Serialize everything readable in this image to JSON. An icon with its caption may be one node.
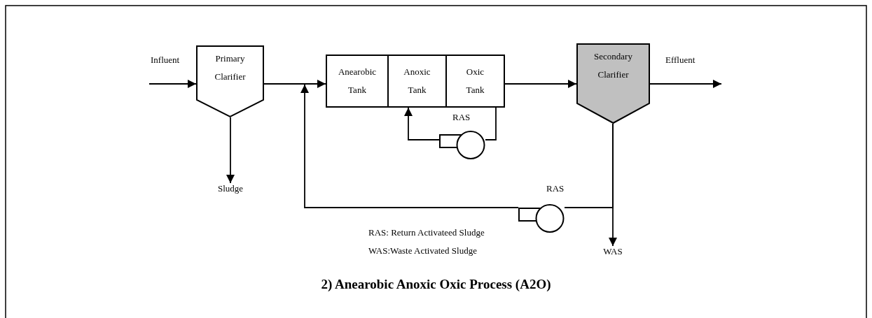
{
  "diagram": {
    "title": "2) Anearobic Anoxic Oxic Process (A2O)",
    "nodes": [
      {
        "text": [
          "Primary Clarifier"
        ]
      },
      {
        "text": [
          "Anearobic Tank"
        ]
      },
      {
        "text": [
          "Anoxic Tank"
        ]
      },
      {
        "text": [
          "Oxic Tank"
        ]
      },
      {
        "text": [
          "Secondary Clarifier"
        ]
      },
      {
        "text": [
          "Sludge"
        ]
      },
      {
        "text": [
          "WAS"
        ]
      },
      {
        "text": [],
        "shape": "circle"
      },
      {
        "text": [],
        "shape": "circle"
      }
    ],
    "edges": [
      {
        "from": null,
        "to": 0,
        "arrow": "to",
        "label": "Influent"
      },
      {
        "from": 0,
        "to": 1,
        "arrow": "to"
      },
      {
        "from": 3,
        "to": 4,
        "arrow": "to"
      },
      {
        "from": 4,
        "to": null,
        "arrow": "to",
        "label": "Effluent"
      },
      {
        "from": 0,
        "to": 5,
        "arrow": "to"
      },
      {
        "from": 4,
        "to": 6,
        "arrow": "to"
      },
      {
        "from": 4,
        "to": 8,
        "arrow": "none"
      },
      {
        "from": 8,
        "to": 1,
        "arrow": "to"
      },
      {
        "from": 3,
        "to": 7,
        "arrow": "none"
      },
      {
        "from": 7,
        "to": 2,
        "arrow": "to"
      }
    ],
    "labels": [
      "RAS",
      "RAS",
      "RAS: Return Activateed Sludge",
      "WAS:Waste Activated Sludge"
    ]
  }
}
